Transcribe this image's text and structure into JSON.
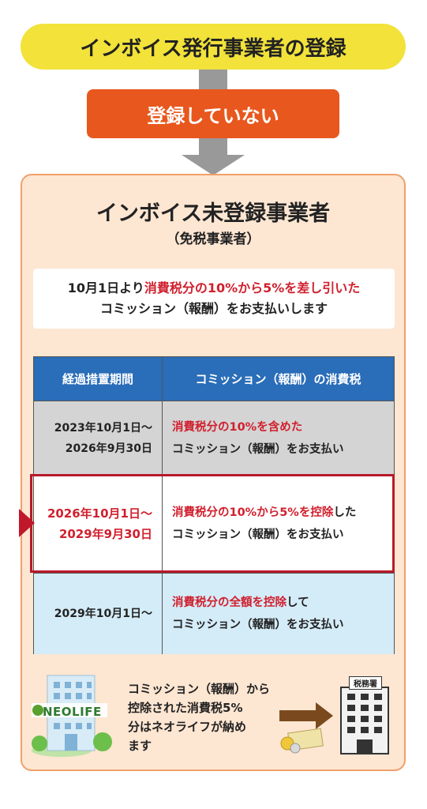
{
  "header": {
    "title": "インボイス発行事業者の登録"
  },
  "decision": {
    "label": "登録していない"
  },
  "panel": {
    "title": "インボイス未登録事業者",
    "subtitle": "（免税事業者）",
    "notice": {
      "line1_pre": "10月1日より",
      "line1_red": "消費税分の10%から5%を差し引いた",
      "line2": "コミッション（報酬）をお支払いします"
    }
  },
  "table": {
    "headers": [
      "経過措置期間",
      "コミッション（報酬）の消費税"
    ],
    "rows": [
      {
        "period_line1": "2023年10月1日〜",
        "period_line2": "2026年9月30日",
        "desc_red": "消費税分の10%を含めた",
        "desc_black": "",
        "desc_line2": "コミッション（報酬）をお支払い"
      },
      {
        "period_line1": "2026年10月1日〜",
        "period_line2": "2029年9月30日",
        "desc_red": "消費税分の10%から5%を控除",
        "desc_black": "した",
        "desc_line2": "コミッション（報酬）をお支払い"
      },
      {
        "period_line1": "2029年10月1日〜",
        "period_line2": "",
        "desc_red": "消費税分の全額を控除",
        "desc_black": "して",
        "desc_line2": "コミッション（報酬）をお支払い"
      }
    ]
  },
  "footer": {
    "company_logo": "NEOLIFE",
    "text_line1": "コミッション（報酬）から",
    "text_line2": "控除された消費税5%",
    "text_line3": "分はネオライフが納め",
    "text_line4": "ます",
    "tax_office_sign": "税務署"
  },
  "colors": {
    "yellow": "#f2e23a",
    "orange": "#e8571d",
    "panel_bg": "#fde6d2",
    "header_blue": "#2a6db8",
    "row1_bg": "#d4d4d4",
    "row2_bg": "#ffffff",
    "row3_bg": "#d4ecf8",
    "highlight_red": "#d0202e"
  }
}
